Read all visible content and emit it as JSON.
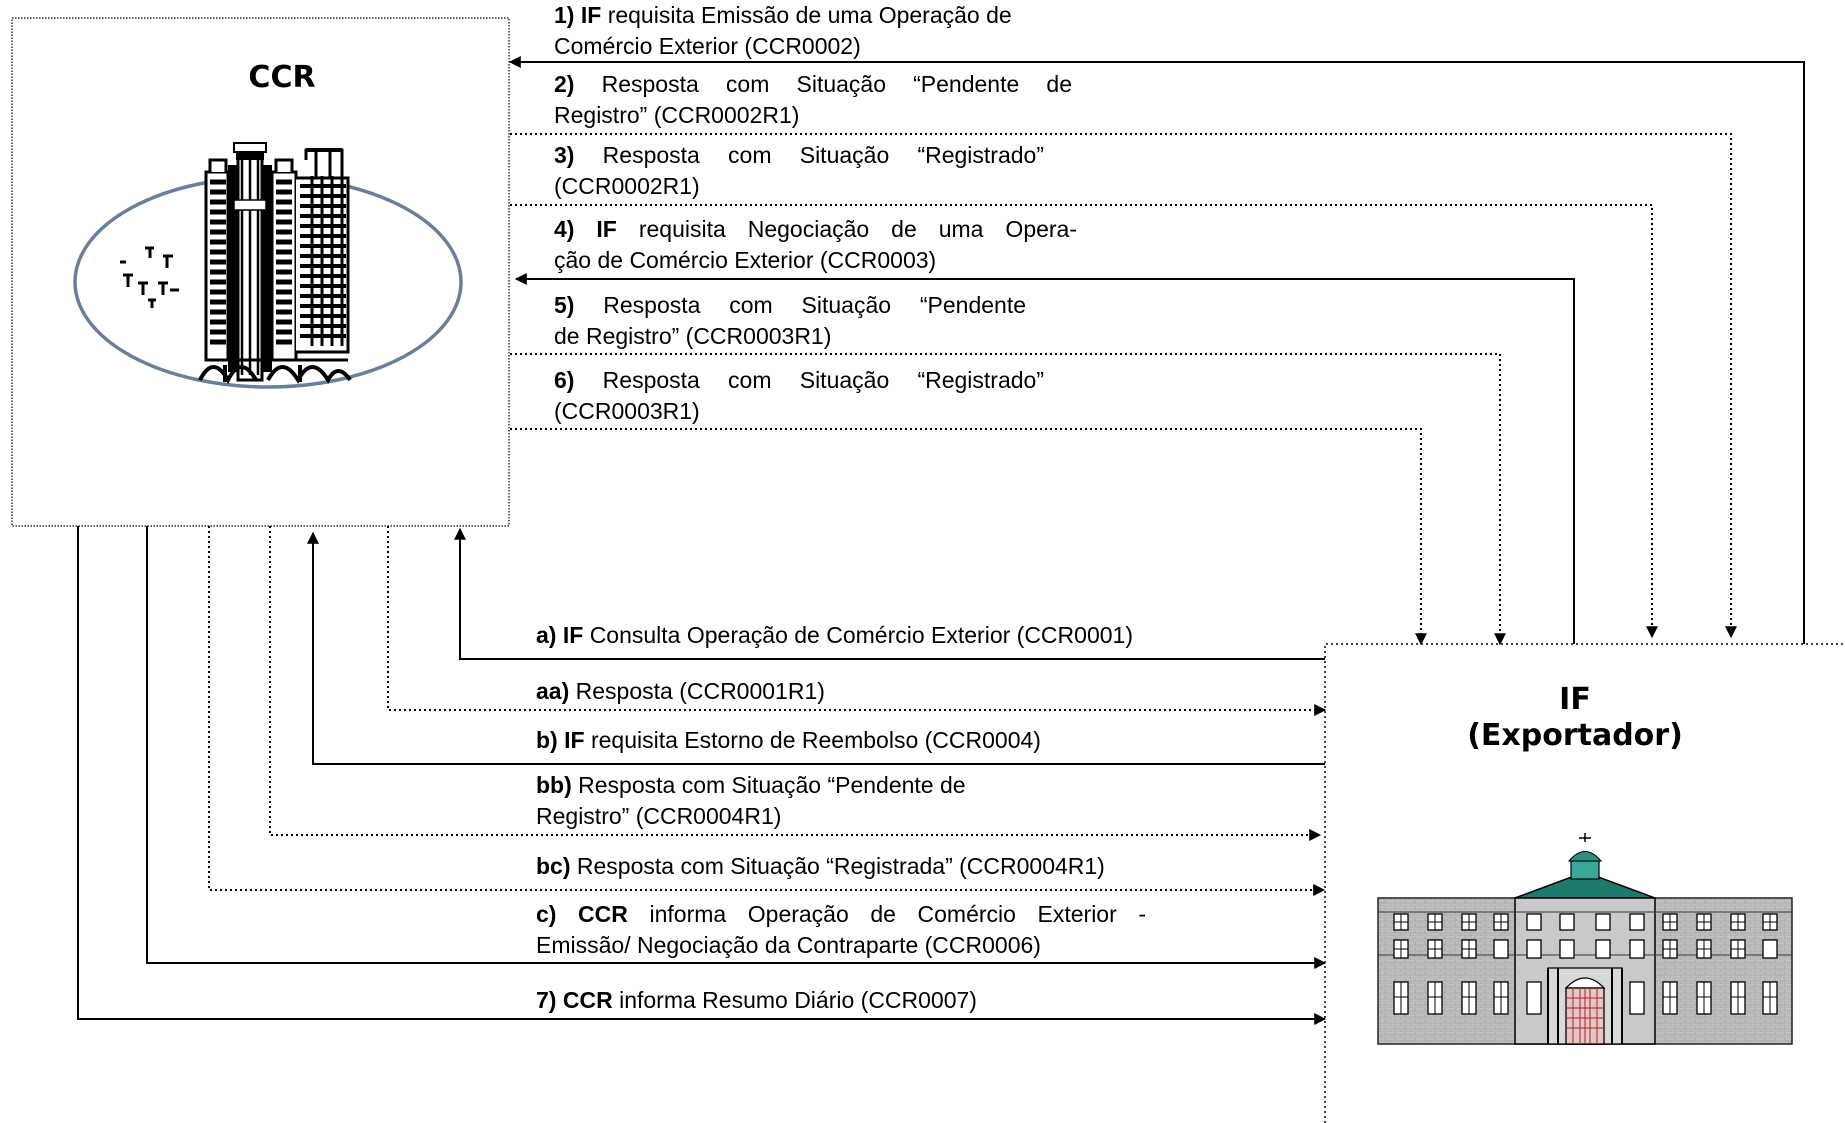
{
  "ccr_box": {
    "title": "CCR"
  },
  "if_box": {
    "title_line1": "IF",
    "title_line2": "(Exportador)"
  },
  "messages": [
    {
      "id": "1",
      "prefix": "1)",
      "actor": "IF",
      "line1": "requisita Emissão de uma Operação de",
      "line2": "Comércio Exterior (CCR0002)"
    },
    {
      "id": "2",
      "prefix": "2)",
      "actor": "",
      "line1": "Resposta com Situação “Pendente de",
      "line2": "Registro” (CCR0002R1)"
    },
    {
      "id": "3",
      "prefix": "3)",
      "actor": "",
      "line1": "Resposta com Situação “Registrado”",
      "line2": "(CCR0002R1)"
    },
    {
      "id": "4",
      "prefix": "4)",
      "actor": "IF",
      "line1": "requisita Negociação de uma Opera-",
      "line2": "ção de Comércio Exterior (CCR0003)"
    },
    {
      "id": "5",
      "prefix": "5)",
      "actor": "",
      "line1": "Resposta com Situação “Pendente",
      "line2": "de Registro” (CCR0003R1)"
    },
    {
      "id": "6",
      "prefix": "6)",
      "actor": "",
      "line1": "Resposta com Situação “Registrado”",
      "line2": "(CCR0003R1)"
    },
    {
      "id": "a",
      "prefix": "a)",
      "actor": "IF",
      "line1": "Consulta Operação de Comércio Exterior (CCR0001)",
      "line2": ""
    },
    {
      "id": "aa",
      "prefix": "aa)",
      "actor": "",
      "line1": "Resposta (CCR0001R1)",
      "line2": ""
    },
    {
      "id": "b",
      "prefix": "b)",
      "actor": "IF",
      "line1": "requisita Estorno de Reembolso (CCR0004)",
      "line2": ""
    },
    {
      "id": "bb",
      "prefix": "bb)",
      "actor": "",
      "line1": "Resposta com Situação “Pendente de",
      "line2": "Registro” (CCR0004R1)"
    },
    {
      "id": "bc",
      "prefix": "bc)",
      "actor": "",
      "line1": "Resposta com Situação “Registrada” (CCR0004R1)",
      "line2": ""
    },
    {
      "id": "c",
      "prefix": "c)",
      "actor": "CCR",
      "line1": "informa Operação de Comércio Exterior -",
      "line2": "Emissão/ Negociação da Contraparte (CCR0006)"
    },
    {
      "id": "7",
      "prefix": "7)",
      "actor": "CCR",
      "line1": "informa Resumo Diário (CCR0007)",
      "line2": ""
    }
  ]
}
